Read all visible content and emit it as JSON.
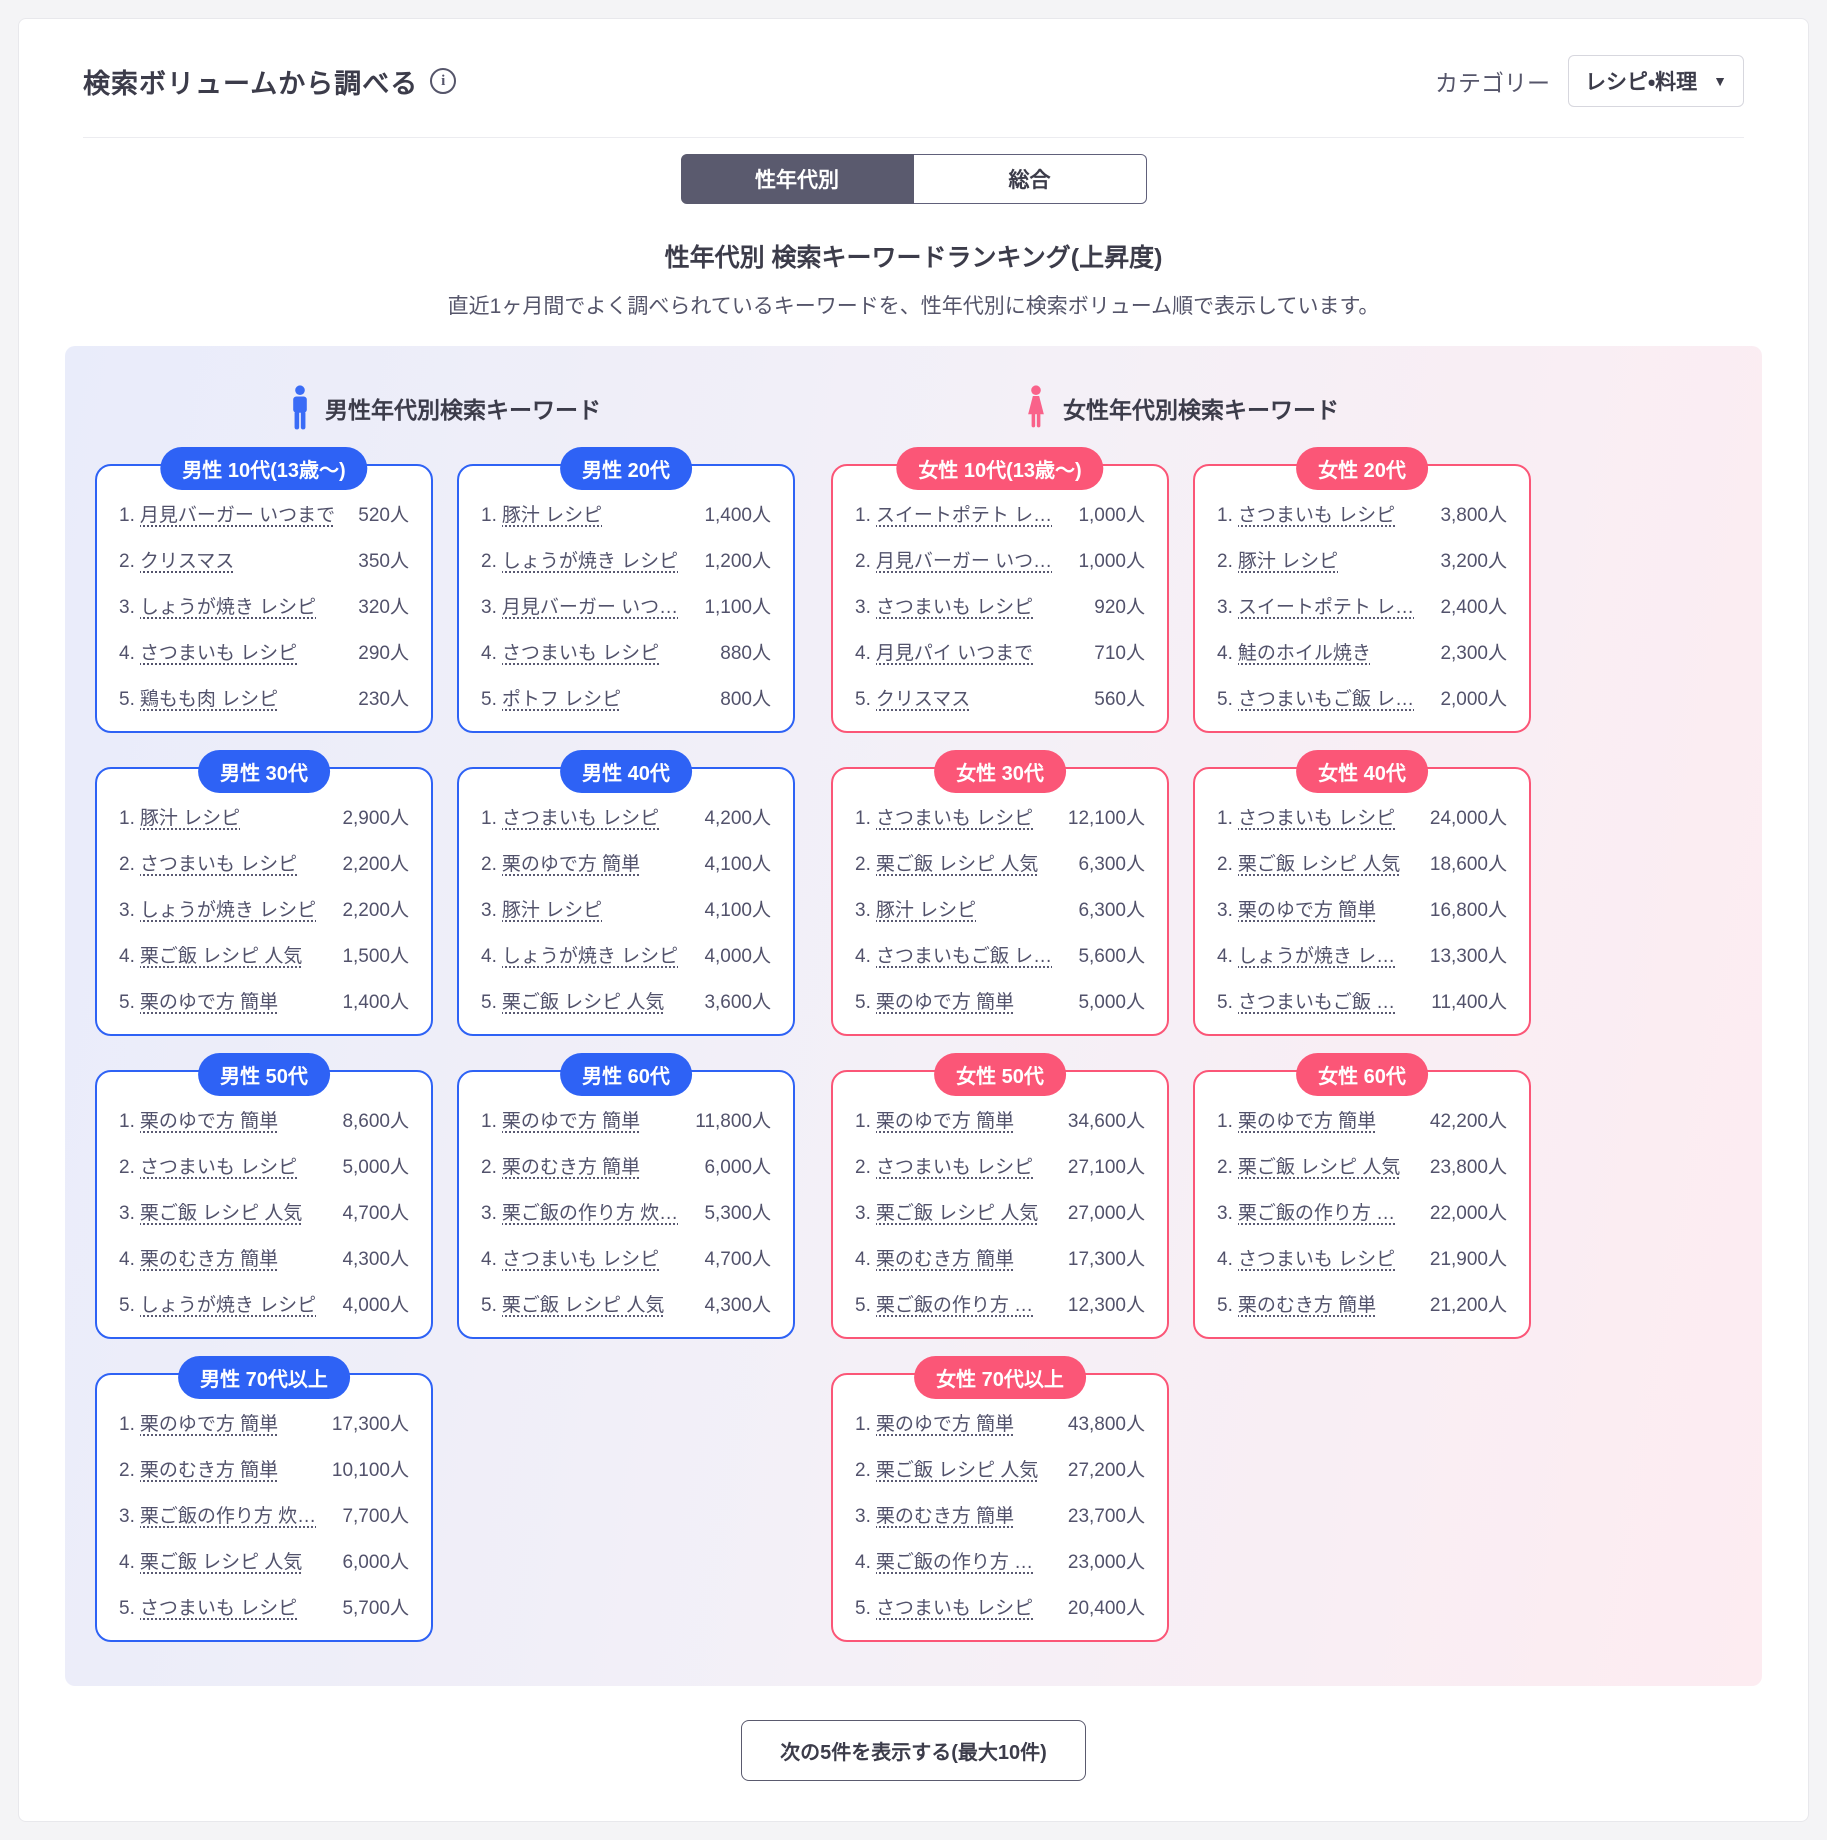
{
  "header": {
    "title": "検索ボリュームから調べる",
    "info_icon": "i",
    "category_label": "カテゴリー",
    "category_value": "レシピ・料理"
  },
  "tabs": [
    {
      "label": "性年代別",
      "active": true
    },
    {
      "label": "総合",
      "active": false
    }
  ],
  "section": {
    "title": "性年代別 検索キーワードランキング(上昇度)",
    "subtitle": "直近1ヶ月間でよく調べられているキーワードを、性年代別に検索ボリューム順で表示しています。"
  },
  "male": {
    "header": "男性年代別検索キーワード",
    "accent_color": "#2e62f5",
    "columns": [
      [
        {
          "label": "男性 10代(13歳〜)",
          "items": [
            {
              "rank": "1.",
              "keyword": "月見バーガー いつまで",
              "value": "520人"
            },
            {
              "rank": "2.",
              "keyword": "クリスマス",
              "value": "350人"
            },
            {
              "rank": "3.",
              "keyword": "しょうが焼き レシピ",
              "value": "320人"
            },
            {
              "rank": "4.",
              "keyword": "さつまいも レシピ",
              "value": "290人"
            },
            {
              "rank": "5.",
              "keyword": "鶏もも肉 レシピ",
              "value": "230人"
            }
          ]
        },
        {
          "label": "男性 30代",
          "items": [
            {
              "rank": "1.",
              "keyword": "豚汁 レシピ",
              "value": "2,900人"
            },
            {
              "rank": "2.",
              "keyword": "さつまいも レシピ",
              "value": "2,200人"
            },
            {
              "rank": "3.",
              "keyword": "しょうが焼き レシピ",
              "value": "2,200人"
            },
            {
              "rank": "4.",
              "keyword": "栗ご飯 レシピ 人気",
              "value": "1,500人"
            },
            {
              "rank": "5.",
              "keyword": "栗のゆで方 簡単",
              "value": "1,400人"
            }
          ]
        },
        {
          "label": "男性 50代",
          "items": [
            {
              "rank": "1.",
              "keyword": "栗のゆで方 簡単",
              "value": "8,600人"
            },
            {
              "rank": "2.",
              "keyword": "さつまいも レシピ",
              "value": "5,000人"
            },
            {
              "rank": "3.",
              "keyword": "栗ご飯 レシピ 人気",
              "value": "4,700人"
            },
            {
              "rank": "4.",
              "keyword": "栗のむき方 簡単",
              "value": "4,300人"
            },
            {
              "rank": "5.",
              "keyword": "しょうが焼き レシピ",
              "value": "4,000人"
            }
          ]
        },
        {
          "label": "男性 70代以上",
          "items": [
            {
              "rank": "1.",
              "keyword": "栗のゆで方 簡単",
              "value": "17,300人"
            },
            {
              "rank": "2.",
              "keyword": "栗のむき方 簡単",
              "value": "10,100人"
            },
            {
              "rank": "3.",
              "keyword": "栗ご飯の作り方 炊…",
              "value": "7,700人"
            },
            {
              "rank": "4.",
              "keyword": "栗ご飯 レシピ 人気",
              "value": "6,000人"
            },
            {
              "rank": "5.",
              "keyword": "さつまいも レシピ",
              "value": "5,700人"
            }
          ]
        }
      ],
      [
        {
          "label": "男性 20代",
          "items": [
            {
              "rank": "1.",
              "keyword": "豚汁 レシピ",
              "value": "1,400人"
            },
            {
              "rank": "2.",
              "keyword": "しょうが焼き レシピ",
              "value": "1,200人"
            },
            {
              "rank": "3.",
              "keyword": "月見バーガー いつ…",
              "value": "1,100人"
            },
            {
              "rank": "4.",
              "keyword": "さつまいも レシピ",
              "value": "880人"
            },
            {
              "rank": "5.",
              "keyword": "ポトフ レシピ",
              "value": "800人"
            }
          ]
        },
        {
          "label": "男性 40代",
          "items": [
            {
              "rank": "1.",
              "keyword": "さつまいも レシピ",
              "value": "4,200人"
            },
            {
              "rank": "2.",
              "keyword": "栗のゆで方 簡単",
              "value": "4,100人"
            },
            {
              "rank": "3.",
              "keyword": "豚汁 レシピ",
              "value": "4,100人"
            },
            {
              "rank": "4.",
              "keyword": "しょうが焼き レシピ",
              "value": "4,000人"
            },
            {
              "rank": "5.",
              "keyword": "栗ご飯 レシピ 人気",
              "value": "3,600人"
            }
          ]
        },
        {
          "label": "男性 60代",
          "items": [
            {
              "rank": "1.",
              "keyword": "栗のゆで方 簡単",
              "value": "11,800人"
            },
            {
              "rank": "2.",
              "keyword": "栗のむき方 簡単",
              "value": "6,000人"
            },
            {
              "rank": "3.",
              "keyword": "栗ご飯の作り方 炊…",
              "value": "5,300人"
            },
            {
              "rank": "4.",
              "keyword": "さつまいも レシピ",
              "value": "4,700人"
            },
            {
              "rank": "5.",
              "keyword": "栗ご飯 レシピ 人気",
              "value": "4,300人"
            }
          ]
        }
      ]
    ]
  },
  "female": {
    "header": "女性年代別検索キーワード",
    "accent_color": "#fb5677",
    "columns": [
      [
        {
          "label": "女性 10代(13歳〜)",
          "items": [
            {
              "rank": "1.",
              "keyword": "スイートポテト レ…",
              "value": "1,000人"
            },
            {
              "rank": "2.",
              "keyword": "月見バーガー いつ…",
              "value": "1,000人"
            },
            {
              "rank": "3.",
              "keyword": "さつまいも レシピ",
              "value": "920人"
            },
            {
              "rank": "4.",
              "keyword": "月見パイ いつまで",
              "value": "710人"
            },
            {
              "rank": "5.",
              "keyword": "クリスマス",
              "value": "560人"
            }
          ]
        },
        {
          "label": "女性 30代",
          "items": [
            {
              "rank": "1.",
              "keyword": "さつまいも レシピ",
              "value": "12,100人"
            },
            {
              "rank": "2.",
              "keyword": "栗ご飯 レシピ 人気",
              "value": "6,300人"
            },
            {
              "rank": "3.",
              "keyword": "豚汁 レシピ",
              "value": "6,300人"
            },
            {
              "rank": "4.",
              "keyword": "さつまいもご飯 レ…",
              "value": "5,600人"
            },
            {
              "rank": "5.",
              "keyword": "栗のゆで方 簡単",
              "value": "5,000人"
            }
          ]
        },
        {
          "label": "女性 50代",
          "items": [
            {
              "rank": "1.",
              "keyword": "栗のゆで方 簡単",
              "value": "34,600人"
            },
            {
              "rank": "2.",
              "keyword": "さつまいも レシピ",
              "value": "27,100人"
            },
            {
              "rank": "3.",
              "keyword": "栗ご飯 レシピ 人気",
              "value": "27,000人"
            },
            {
              "rank": "4.",
              "keyword": "栗のむき方 簡単",
              "value": "17,300人"
            },
            {
              "rank": "5.",
              "keyword": "栗ご飯の作り方 …",
              "value": "12,300人"
            }
          ]
        },
        {
          "label": "女性 70代以上",
          "items": [
            {
              "rank": "1.",
              "keyword": "栗のゆで方 簡単",
              "value": "43,800人"
            },
            {
              "rank": "2.",
              "keyword": "栗ご飯 レシピ 人気",
              "value": "27,200人"
            },
            {
              "rank": "3.",
              "keyword": "栗のむき方 簡単",
              "value": "23,700人"
            },
            {
              "rank": "4.",
              "keyword": "栗ご飯の作り方 …",
              "value": "23,000人"
            },
            {
              "rank": "5.",
              "keyword": "さつまいも レシピ",
              "value": "20,400人"
            }
          ]
        }
      ],
      [
        {
          "label": "女性 20代",
          "items": [
            {
              "rank": "1.",
              "keyword": "さつまいも レシピ",
              "value": "3,800人"
            },
            {
              "rank": "2.",
              "keyword": "豚汁 レシピ",
              "value": "3,200人"
            },
            {
              "rank": "3.",
              "keyword": "スイートポテト レ…",
              "value": "2,400人"
            },
            {
              "rank": "4.",
              "keyword": "鮭のホイル焼き",
              "value": "2,300人"
            },
            {
              "rank": "5.",
              "keyword": "さつまいもご飯 レ…",
              "value": "2,000人"
            }
          ]
        },
        {
          "label": "女性 40代",
          "items": [
            {
              "rank": "1.",
              "keyword": "さつまいも レシピ",
              "value": "24,000人"
            },
            {
              "rank": "2.",
              "keyword": "栗ご飯 レシピ 人気",
              "value": "18,600人"
            },
            {
              "rank": "3.",
              "keyword": "栗のゆで方 簡単",
              "value": "16,800人"
            },
            {
              "rank": "4.",
              "keyword": "しょうが焼き レ…",
              "value": "13,300人"
            },
            {
              "rank": "5.",
              "keyword": "さつまいもご飯 …",
              "value": "11,400人"
            }
          ]
        },
        {
          "label": "女性 60代",
          "items": [
            {
              "rank": "1.",
              "keyword": "栗のゆで方 簡単",
              "value": "42,200人"
            },
            {
              "rank": "2.",
              "keyword": "栗ご飯 レシピ 人気",
              "value": "23,800人"
            },
            {
              "rank": "3.",
              "keyword": "栗ご飯の作り方 …",
              "value": "22,000人"
            },
            {
              "rank": "4.",
              "keyword": "さつまいも レシピ",
              "value": "21,900人"
            },
            {
              "rank": "5.",
              "keyword": "栗のむき方 簡単",
              "value": "21,200人"
            }
          ]
        }
      ]
    ]
  },
  "footer": {
    "more_button": "次の5件を表示する(最大10件)"
  }
}
